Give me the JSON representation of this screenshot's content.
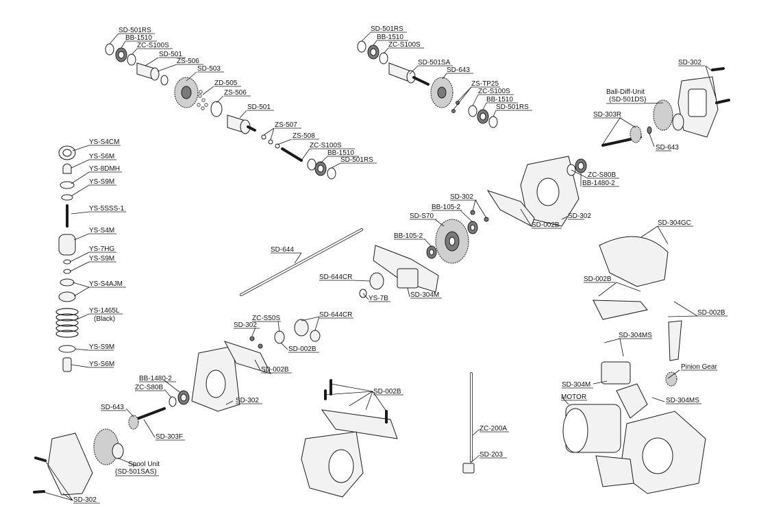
{
  "part_labels": [
    "SD-501RS",
    "BB-1510",
    "ZC-S100S",
    "SD-501",
    "ZS-506",
    "SD-503",
    "ZD-505",
    "ZS-506",
    "SD-501",
    "ZS-507",
    "ZS-508",
    "ZC-S100S",
    "BB-1510",
    "SD-501RS",
    "SD-501RS",
    "BB-1510",
    "ZC-S100S",
    "SD-501SA",
    "SD-643",
    "ZS-TP25",
    "ZC-S100S",
    "BB-1510",
    "SD-501RS",
    "SD-302",
    "Ball-Diff-Unit",
    "(SD-501DS)",
    "SD-303R",
    "SD-643",
    "ZC-S80B",
    "BB-1480-2",
    "SD-302",
    "SD-002B",
    "SD-302",
    "BB-105-2",
    "SD-S70",
    "BB-105-2",
    "SD-644",
    "SD-644CR",
    "YS-7B",
    "SD-304M",
    "YS-S4CM",
    "YS-S6M",
    "YS-8DMH",
    "YS-S9M",
    "YS-5SSS-1",
    "YS-S4M",
    "YS-7HG",
    "YS-S9M",
    "YS-S4AJM",
    "YS-1465L",
    "(Black)",
    "YS-S9M",
    "YS-S6M",
    "SD-304GC",
    "SD-002B",
    "SD-002B",
    "SD-304MS",
    "Pinion Gear",
    "SD-304M",
    "SD-304MS",
    "MOTOR",
    "ZC-S50S",
    "SD-644CR",
    "SD-302",
    "SD-002B",
    "SD-002B",
    "BB-1480-2",
    "ZC-S80B",
    "SD-302",
    "SD-643",
    "SD-303F",
    "Spool Unit",
    "(SD-501SAS)",
    "SD-302",
    "SD-002B",
    "ZC-200A",
    "SD-203"
  ]
}
